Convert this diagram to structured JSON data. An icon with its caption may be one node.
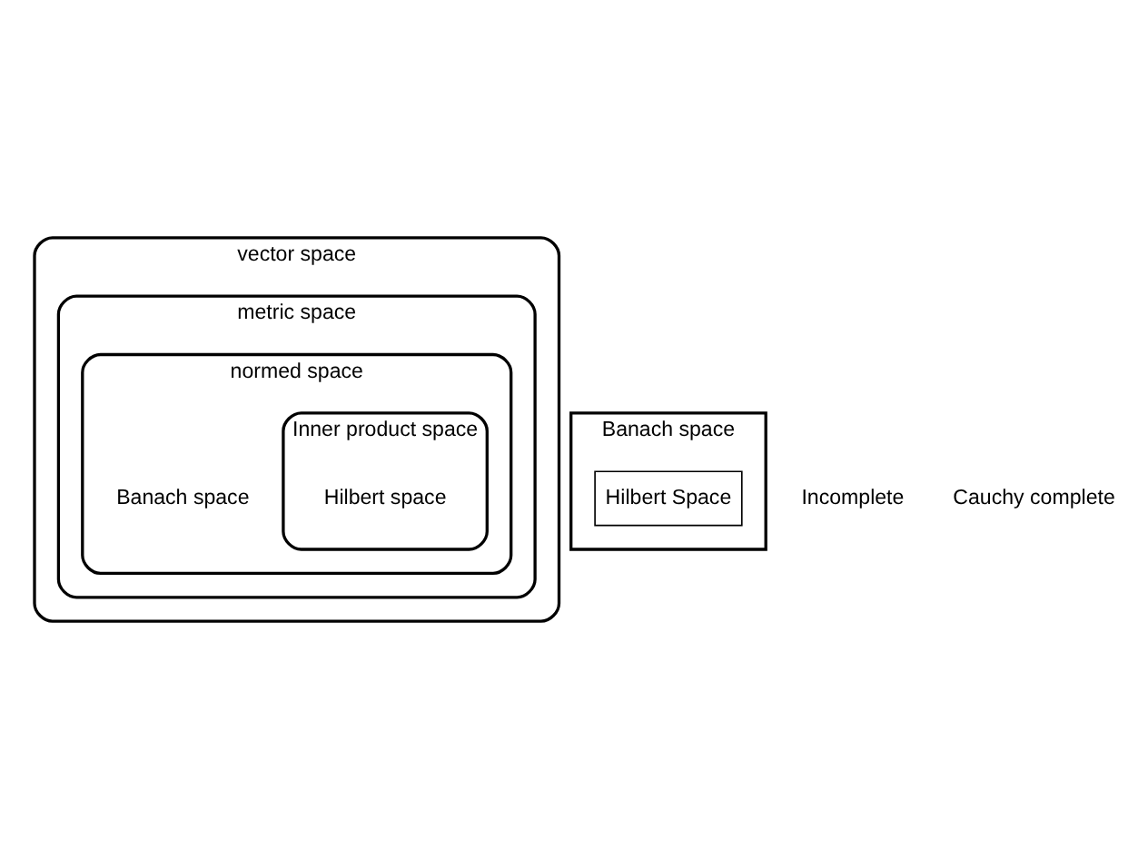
{
  "diagram": {
    "nodes": [
      {
        "text": [
          "vector space"
        ]
      },
      {
        "text": [
          "metric space"
        ],
        "in": 0
      },
      {
        "text": [
          "normed space"
        ],
        "in": 1
      },
      {
        "text": [
          "Inner product space"
        ],
        "in": 2
      },
      {
        "text": [
          "Banach space"
        ]
      },
      {
        "text": [
          "Hilbert Space"
        ],
        "in": 4
      }
    ],
    "edges": [],
    "labels": [
      "Banach space",
      "Hilbert space",
      "Incomplete",
      "Cauchy complete"
    ]
  }
}
